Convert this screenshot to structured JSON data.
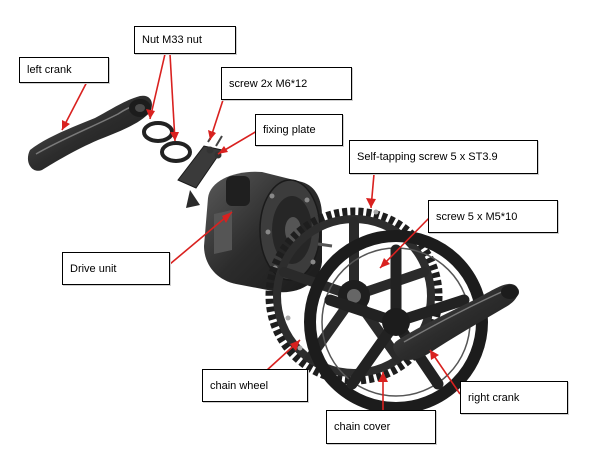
{
  "diagram": {
    "labels": {
      "nut": "Nut M33 nut",
      "left_crank": "left crank",
      "screw_m6": "screw 2x M6*12",
      "fixing_plate": "fixing plate",
      "self_tapping": "Self-tapping screw 5 x ST3.9",
      "screw_m5": "screw 5 x M5*10",
      "drive_unit": "Drive unit",
      "chain_wheel": "chain wheel",
      "right_crank": "right crank",
      "chain_cover": "chain cover"
    },
    "colors": {
      "leader": "#d9211f",
      "part_dark": "#2a2a2a",
      "part_mid": "#4a4a4a",
      "part_light": "#6e6e6e",
      "label_border": "#000000"
    }
  }
}
